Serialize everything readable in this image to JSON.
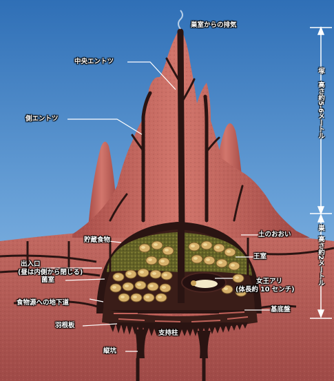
{
  "labels": {
    "exhaust": "巣室からの排気",
    "central_chimney": "中央エントツ",
    "side_chimney": "側エントツ",
    "food_storage": "貯蔵食物",
    "soil_cover": "土のおおい",
    "entrance_line1": "出入口",
    "entrance_line2": "(昼は内側から閉じる)",
    "royal_chamber": "王室",
    "fungus_room": "菌室",
    "queen_line1": "女王アリ",
    "queen_line2": "(体長約 10 センチ)",
    "underground_passage": "食物源への地下道",
    "base_plate": "基底盤",
    "fin_plate": "羽根板",
    "support_pillar": "支持柱",
    "vertical_shaft": "縦坑"
  },
  "dimensions": {
    "mound_label": "塚",
    "mound_height": "高さ約5-6メートル",
    "nest_label": "巣",
    "nest_height": "高さ約2メートル"
  },
  "colors": {
    "sky_top": "#2f6fb6",
    "sky_bottom": "#86b6e2",
    "mound": "#c0625a",
    "ground": "#b55a55",
    "tunnel": "#2a1412",
    "food": "#6b6a2a",
    "comb": "#d6b06a"
  }
}
